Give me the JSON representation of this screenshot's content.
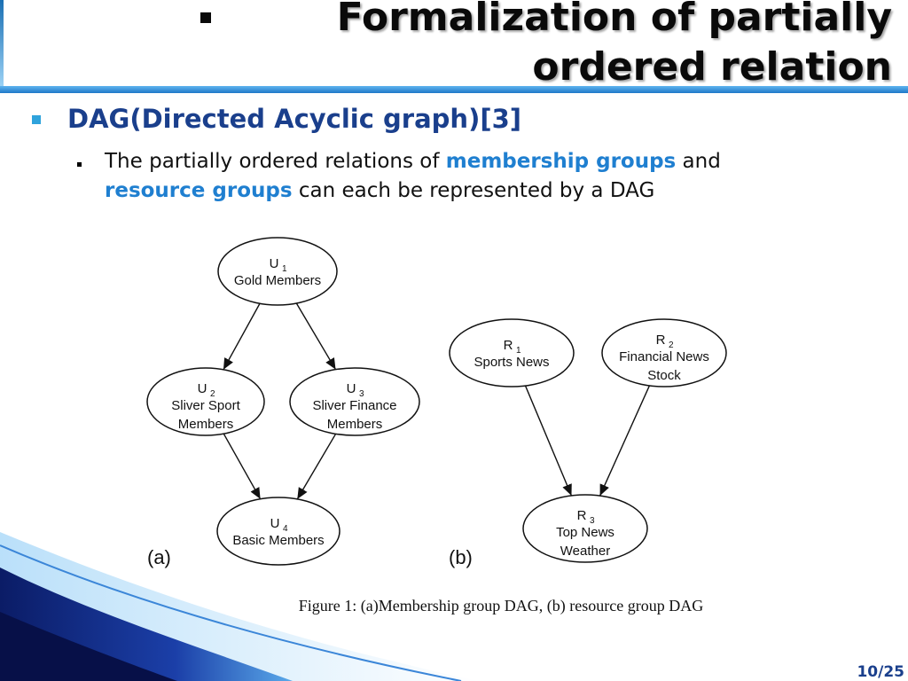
{
  "slide": {
    "title_line1": "Formalization of partially",
    "title_line2": "ordered relation",
    "bullet1": "DAG(Directed Acyclic graph)[3]",
    "bullet2_pre": "The partially ordered relations of ",
    "bullet2_hl1": "membership groups",
    "bullet2_mid": " and ",
    "bullet2_hl2": "resource groups",
    "bullet2_post": " can each be represented by a DAG",
    "page_number": "10/25"
  },
  "figure": {
    "caption": "Figure 1: (a)Membership group DAG, (b) resource group DAG",
    "panel_a_label": "(a)",
    "panel_b_label": "(b)",
    "nodes": {
      "u1": {
        "letter": "U",
        "sub": "1",
        "line1": "Gold Members",
        "line2": ""
      },
      "u2": {
        "letter": "U",
        "sub": "2",
        "line1": "Sliver Sport",
        "line2": "Members"
      },
      "u3": {
        "letter": "U",
        "sub": "3",
        "line1": "Sliver Finance",
        "line2": "Members"
      },
      "u4": {
        "letter": "U",
        "sub": "4",
        "line1": "Basic Members",
        "line2": ""
      },
      "r1": {
        "letter": "R",
        "sub": "1",
        "line1": "Sports News",
        "line2": ""
      },
      "r2": {
        "letter": "R",
        "sub": "2",
        "line1": "Financial News",
        "line2": "Stock"
      },
      "r3": {
        "letter": "R",
        "sub": "3",
        "line1": "Top News",
        "line2": "Weather"
      }
    },
    "edges": [
      [
        "u1",
        "u2"
      ],
      [
        "u1",
        "u3"
      ],
      [
        "u2",
        "u4"
      ],
      [
        "u3",
        "u4"
      ],
      [
        "r1",
        "r3"
      ],
      [
        "r2",
        "r3"
      ]
    ]
  }
}
